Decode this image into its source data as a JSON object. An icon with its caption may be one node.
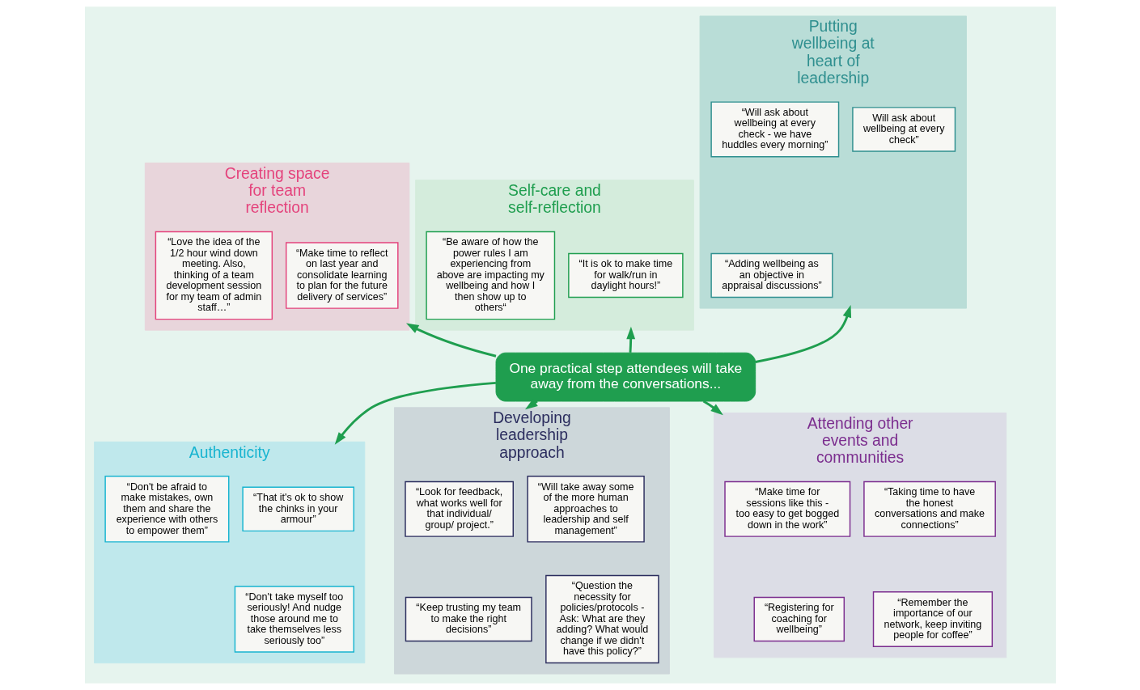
{
  "diagram": {
    "nodes": [
      {
        "text": [
          "One practical step attendees will take away from the conversations..."
        ]
      },
      {
        "text": [
          "Creating space for team reflection"
        ]
      },
      {
        "text": [
          "“Make time to reflect on last year and consolidate learning to plan for the future delivery of services”"
        ],
        "in": 1
      },
      {
        "text": [
          "“Love the idea of the 1/2 hour wind down meeting. Also, thinking of a team development session for my team of admin staff…”"
        ],
        "in": 1
      },
      {
        "text": [
          "Self-care and self-reflection"
        ]
      },
      {
        "text": [
          "“It is ok to make time for walk/run in daylight hours!”"
        ],
        "in": 4
      },
      {
        "text": [
          "“Be aware of how the power rules I am experiencing from above are impacting my wellbeing and how I then show up to others“"
        ],
        "in": 4
      },
      {
        "text": [
          "Putting wellbeing at heart of leadership"
        ]
      },
      {
        "text": [
          "“Will ask about wellbeing at every check - we have huddles every morning”"
        ],
        "in": 7
      },
      {
        "text": [
          "Will ask about wellbeing at every check”"
        ],
        "in": 7
      },
      {
        "text": [
          "“Adding wellbeing as an objective in appraisal discussions”"
        ],
        "in": 7
      },
      {
        "text": [
          "Authenticity"
        ]
      },
      {
        "text": [
          "“That it's ok to show the chinks in your armour”"
        ],
        "in": 11
      },
      {
        "text": [
          "“Don't be afraid to make mistakes, own them and share the experience with others to empower them”"
        ],
        "in": 11
      },
      {
        "text": [
          "“Don't take myself too seriously! And nudge those around me to take themselves less seriously too”"
        ],
        "in": 11
      },
      {
        "text": [
          "Developing leadership approach"
        ]
      },
      {
        "text": [
          "“Look for feedback, what works well for that individual/ group/ project.”"
        ],
        "in": 15
      },
      {
        "text": [
          "“Will take away some of the more human approaches to leadership and self management”"
        ],
        "in": 15
      },
      {
        "text": [
          "“Keep trusting my team to make the right decisions”"
        ],
        "in": 15
      },
      {
        "text": [
          "“Question the necessity for policies/protocols - Ask: What are they adding? What would change if we didn't have this policy?”"
        ],
        "in": 15
      },
      {
        "text": [
          "Attending other events and communities"
        ]
      },
      {
        "text": [
          "“Make time for sessions like this - too easy to get bogged down in the work”"
        ],
        "in": 20
      },
      {
        "text": [
          "“Taking time to have the honest conversations and make connections”"
        ],
        "in": 20
      },
      {
        "text": [
          "“Registering for coaching for wellbeing”"
        ],
        "in": 20
      },
      {
        "text": [
          "“Remember the importance of our network, keep inviting people for coffee”"
        ],
        "in": 20
      }
    ],
    "edges": [
      {
        "from": 0,
        "to": 1,
        "arrow": "to"
      },
      {
        "from": 0,
        "to": 4,
        "arrow": "to"
      },
      {
        "from": 0,
        "to": 7,
        "arrow": "to"
      },
      {
        "from": 0,
        "to": 11,
        "arrow": "to"
      },
      {
        "from": 0,
        "to": 15,
        "arrow": "to"
      },
      {
        "from": 0,
        "to": 20,
        "arrow": "to"
      }
    ]
  }
}
